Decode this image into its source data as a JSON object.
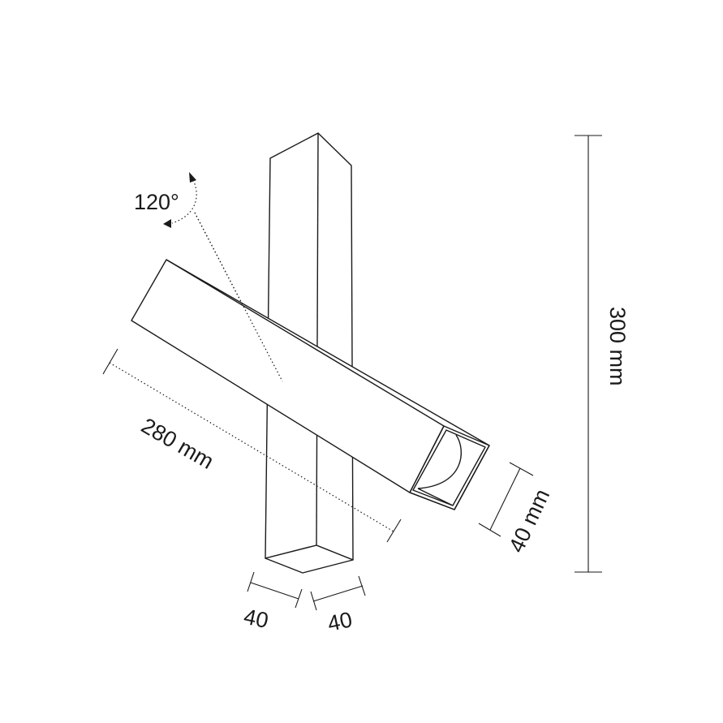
{
  "diagram": {
    "rotation_label": "120°",
    "length_label": "280 mm",
    "height_label": "300 mm",
    "head_width_label": "40 mm",
    "base_width_left_label": "40",
    "base_width_right_label": "40"
  },
  "colors": {
    "line": "#1a1a1a",
    "background": "#ffffff"
  }
}
